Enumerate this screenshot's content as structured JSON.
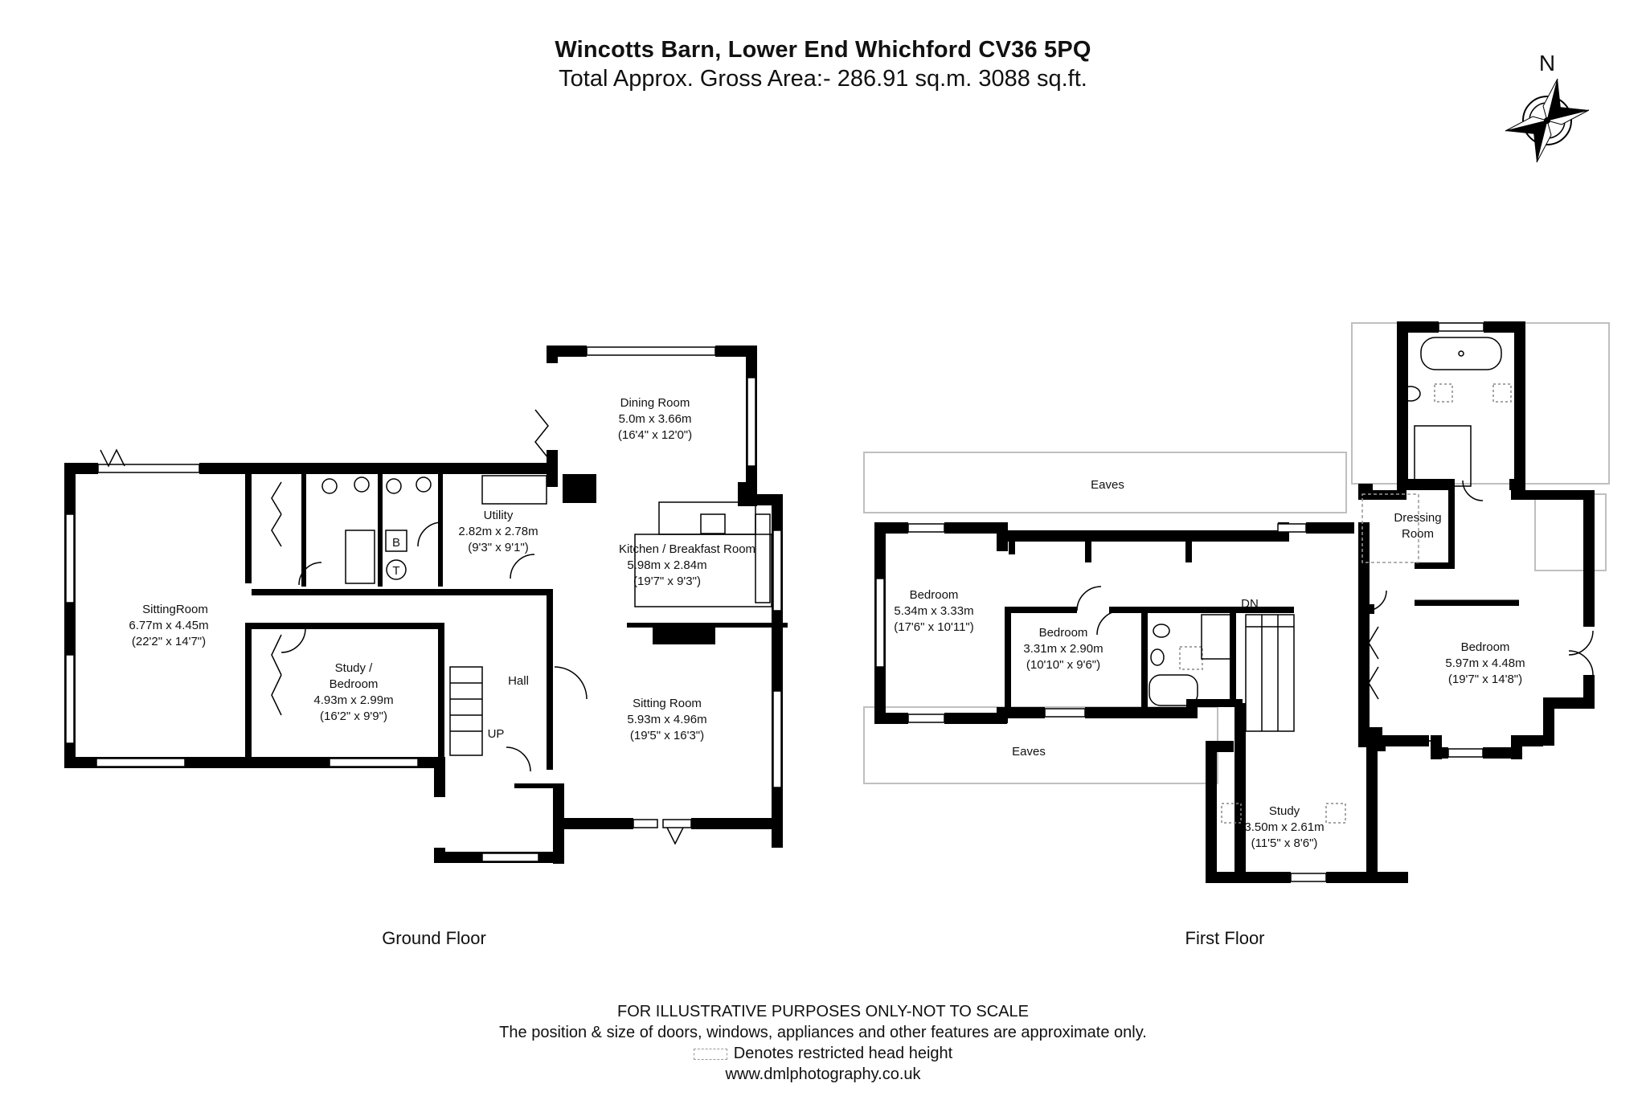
{
  "header": {
    "title": "Wincotts Barn, Lower End Whichford CV36 5PQ",
    "subtitle": "Total Approx. Gross Area:- 286.91 sq.m. 3088 sq.ft."
  },
  "compass": {
    "label": "N"
  },
  "floors": {
    "ground": {
      "label": "Ground Floor",
      "rooms": {
        "dining": {
          "name": "Dining Room",
          "metric": "5.0m x 3.66m",
          "imperial": "(16'4\" x 12'0\")"
        },
        "utility": {
          "name": "Utility",
          "metric": "2.82m x 2.78m",
          "imperial": "(9'3\" x 9'1\")"
        },
        "kitchen": {
          "name": "Kitchen / Breakfast Room",
          "metric": "5.98m x 2.84m",
          "imperial": "(19'7\" x 9'3\")"
        },
        "sitting_left": {
          "name": "SittingRoom",
          "metric": "6.77m x 4.45m",
          "imperial": "(22'2\" x 14'7\")"
        },
        "study_bedroom": {
          "name_line1": "Study /",
          "name_line2": "Bedroom",
          "metric": "4.93m x 2.99m",
          "imperial": "(16'2\" x 9'9\")"
        },
        "hall": {
          "name": "Hall"
        },
        "sitting_right": {
          "name": "Sitting Room",
          "metric": "5.93m x 4.96m",
          "imperial": "(19'5\" x 16'3\")"
        }
      },
      "stairs_label": "UP",
      "boiler_label": "B",
      "tank_label": "T"
    },
    "first": {
      "label": "First Floor",
      "eaves_top": "Eaves",
      "eaves_bottom": "Eaves",
      "rooms": {
        "bedroom1": {
          "name": "Bedroom",
          "metric": "5.34m x 3.33m",
          "imperial": "(17'6\" x 10'11\")"
        },
        "bedroom2": {
          "name": "Bedroom",
          "metric": "3.31m x 2.90m",
          "imperial": "(10'10\" x 9'6\")"
        },
        "dressing": {
          "name_line1": "Dressing",
          "name_line2": "Room"
        },
        "bedroom3": {
          "name": "Bedroom",
          "metric": "5.97m x 4.48m",
          "imperial": "(19'7\" x 14'8\")"
        },
        "study": {
          "name": "Study",
          "metric": "3.50m x 2.61m",
          "imperial": "(11'5\" x 8'6\")"
        }
      },
      "stairs_label": "DN"
    }
  },
  "footer": {
    "line1": "FOR ILLUSTRATIVE PURPOSES ONLY-NOT TO SCALE",
    "line2": "The position & size of doors, windows, appliances and other features are approximate only.",
    "line3": "Denotes restricted head height",
    "line4": "www.dmlphotography.co.uk"
  },
  "colors": {
    "wall": "#000000",
    "eaves": "#bfbfbf",
    "restricted": "#9a9a9a"
  }
}
